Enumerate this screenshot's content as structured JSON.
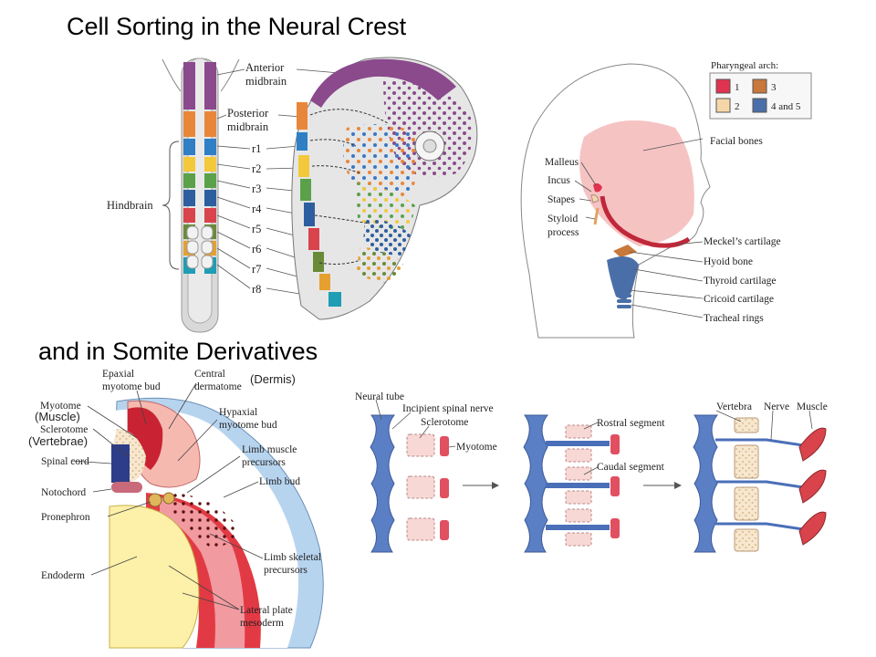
{
  "titles": {
    "neural_crest": "Cell Sorting in the Neural Crest",
    "somite": "and in Somite Derivatives"
  },
  "neural_crest_panel": {
    "labels": {
      "anterior_midbrain": [
        "Anterior",
        "midbrain"
      ],
      "posterior_midbrain": [
        "Posterior",
        "midbrain"
      ],
      "hindbrain": "Hindbrain",
      "rhombomeres": [
        "r1",
        "r2",
        "r3",
        "r4",
        "r5",
        "r6",
        "r7",
        "r8"
      ]
    },
    "colors": {
      "anterior_midbrain": "#8a4a8c",
      "posterior_midbrain": "#e8873a",
      "r1": "#2f7fc4",
      "r2": "#f3c93b",
      "r3": "#5aa14a",
      "r4": "#2d5fa0",
      "r5": "#d9434b",
      "r6": "#6a8a38",
      "r7": "#e5a030",
      "r8": "#1e9db5"
    }
  },
  "pharyngeal_panel": {
    "legend": {
      "title": "Pharyngeal arch:",
      "items": [
        {
          "label": "1",
          "color": "#e0334f"
        },
        {
          "label": "3",
          "color": "#c8783a"
        },
        {
          "label": "2",
          "color": "#f6d6a8"
        },
        {
          "label": "4 and 5",
          "color": "#4a6fa8"
        }
      ]
    },
    "labels": {
      "facial_bones": "Facial bones",
      "malleus": "Malleus",
      "incus": "Incus",
      "stapes": "Stapes",
      "styloid": [
        "Styloid",
        "process"
      ],
      "meckels": "Meckel’s cartilage",
      "hyoid": "Hyoid bone",
      "thyroid": "Thyroid cartilage",
      "cricoid": "Cricoid cartilage",
      "tracheal": "Tracheal rings"
    }
  },
  "somite_panel": {
    "labels": {
      "epaxial": [
        "Epaxial",
        "myotome bud"
      ],
      "central_dermatome": [
        "Central",
        "dermatome"
      ],
      "dermis": "(Dermis)",
      "myotome": "Myotome",
      "muscle": "(Muscle)",
      "sclerotome": "Sclerotome",
      "vertebrae": "(Vertebrae)",
      "hypaxial": [
        "Hypaxial",
        "myotome bud"
      ],
      "limb_muscle": [
        "Limb muscle",
        "precursors"
      ],
      "spinal_cord": "Spinal cord",
      "limb_bud": "Limb bud",
      "notochord": "Notochord",
      "pronephron": "Pronephron",
      "limb_skeletal": [
        "Limb skeletal",
        "precursors"
      ],
      "endoderm": "Endoderm",
      "lateral_plate": [
        "Lateral plate",
        "mesoderm"
      ]
    }
  },
  "spinal_panel": {
    "labels": {
      "neural_tube": "Neural tube",
      "incipient": "Incipient spinal nerve",
      "sclerotome": "Sclerotome",
      "myotome": "Myotome",
      "rostral": "Rostral segment",
      "caudal": "Caudal segment",
      "vertebra": "Vertebra",
      "nerve": "Nerve",
      "muscle": "Muscle"
    }
  }
}
